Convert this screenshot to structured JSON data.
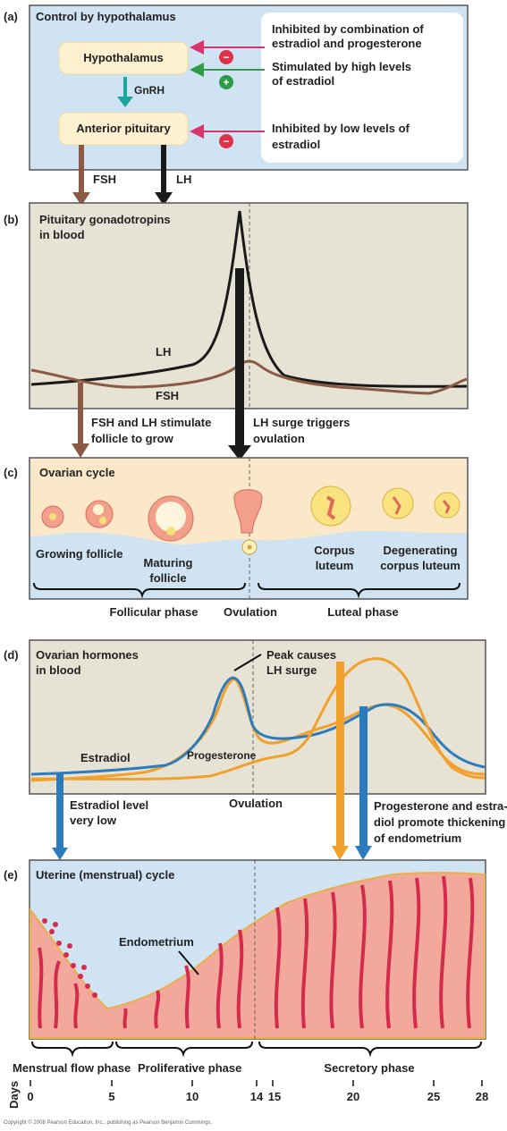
{
  "panel_a": {
    "letter": "(a)",
    "title": "Control by hypothalamus",
    "hypothalamus": "Hypothalamus",
    "gnrh": "GnRH",
    "anterior_pituitary": "Anterior pituitary",
    "note1_line1": "Inhibited by combination of",
    "note1_line2": "estradiol and progesterone",
    "note2_line1": "Stimulated by high levels",
    "note2_line2": "of estradiol",
    "note3_line1": "Inhibited by low levels of",
    "note3_line2": "estradiol",
    "fsh": "FSH",
    "lh": "LH",
    "sign_minus": "−",
    "sign_plus": "+"
  },
  "panel_b": {
    "letter": "(b)",
    "title_line1": "Pituitary gonadotropins",
    "title_line2": "in blood",
    "lh_label": "LH",
    "fsh_label": "FSH",
    "note_left_line1": "FSH and LH stimulate",
    "note_left_line2": "follicle to grow",
    "note_right_line1": "LH surge triggers",
    "note_right_line2": "ovulation"
  },
  "panel_c": {
    "letter": "(c)",
    "title": "Ovarian cycle",
    "growing_follicle": "Growing follicle",
    "maturing_line1": "Maturing",
    "maturing_line2": "follicle",
    "corpus_line1": "Corpus",
    "corpus_line2": "luteum",
    "degen_line1": "Degenerating",
    "degen_line2": "corpus luteum",
    "follicular_phase": "Follicular phase",
    "ovulation": "Ovulation",
    "luteal_phase": "Luteal phase"
  },
  "panel_d": {
    "letter": "(d)",
    "title_line1": "Ovarian hormones",
    "title_line2": "in blood",
    "peak_line1": "Peak causes",
    "peak_line2": "LH surge",
    "estradiol": "Estradiol",
    "progesterone": "Progesterone",
    "note_left_line1": "Estradiol level",
    "note_left_line2": "very low",
    "ovulation": "Ovulation",
    "note_right_line1": "Progesterone and estra-",
    "note_right_line2": "diol promote thickening",
    "note_right_line3": "of endometrium"
  },
  "panel_e": {
    "letter": "(e)",
    "title": "Uterine (menstrual) cycle",
    "endometrium": "Endometrium",
    "menstrual_phase": "Menstrual flow phase",
    "proliferative_phase": "Proliferative phase",
    "secretory_phase": "Secretory phase"
  },
  "days_axis": {
    "label": "Days",
    "ticks": [
      "0",
      "5",
      "10",
      "14",
      "15",
      "20",
      "25",
      "28"
    ]
  },
  "copyright": "Copyright © 2008 Pearson Education, Inc., publishing as Pearson Benjamin Cummings.",
  "colors": {
    "blue_bg": "#cfe3f2",
    "beige_bg": "#e6e3d5",
    "cream_bg": "#fbe8c8",
    "box_fill": "#fdf1cf",
    "lh_line": "#1a1a1a",
    "fsh_line": "#8a5a44",
    "estradiol": "#2b7bbd",
    "progesterone": "#f2a02c",
    "tissue": "#f2a89a",
    "vessel": "#d42a4e",
    "minus_red": "#e0314a",
    "plus_green": "#2f9a48",
    "gnrh_teal": "#1aa7a0"
  }
}
